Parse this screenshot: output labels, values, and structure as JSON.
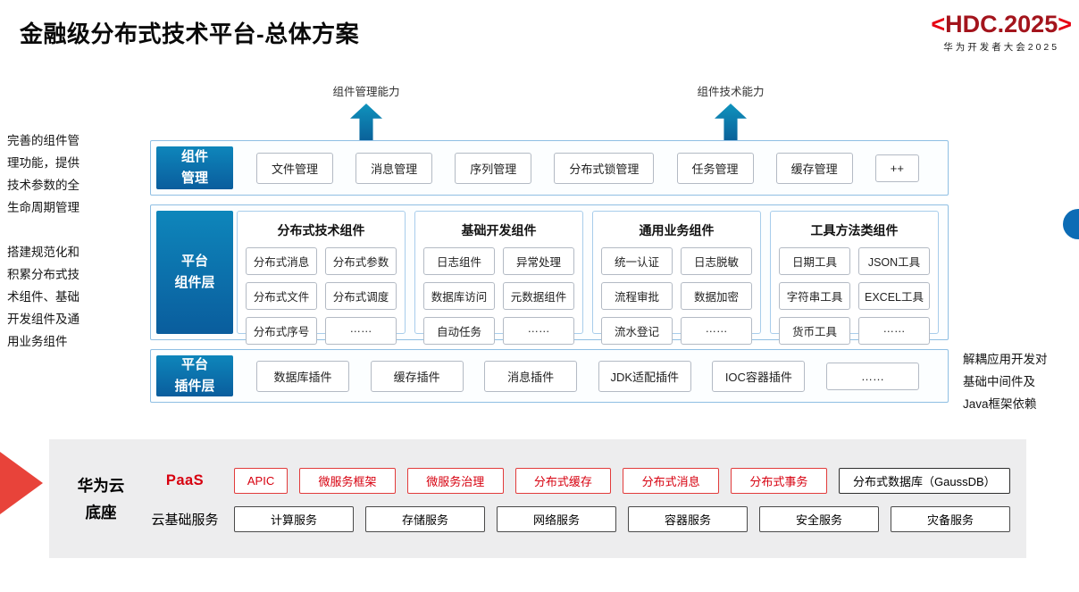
{
  "title": "金融级分布式技术平台-总体方案",
  "logo": {
    "left_bracket": "<",
    "text": "HDC.2025",
    "right_bracket": ">",
    "subtitle": "华为开发者大会2025"
  },
  "capability_arrows": {
    "left_label": "组件管理能力",
    "right_label": "组件技术能力"
  },
  "notes": {
    "left_top": "完善的组件管理功能，提供技术参数的全生命周期管理",
    "left_middle": "搭建规范化和积累分布式技术组件、基础开发组件及通用业务组件",
    "right": "解耦应用开发对基础中间件及Java框架依赖"
  },
  "layers": {
    "management": {
      "label_line1": "组件",
      "label_line2": "管理",
      "items": [
        "文件管理",
        "消息管理",
        "序列管理",
        "分布式锁管理",
        "任务管理",
        "缓存管理",
        "++"
      ]
    },
    "component": {
      "label_line1": "平台",
      "label_line2": "组件层",
      "groups": [
        {
          "title": "分布式技术组件",
          "items": [
            "分布式消息",
            "分布式参数",
            "分布式文件",
            "分布式调度",
            "分布式序号",
            "……"
          ]
        },
        {
          "title": "基础开发组件",
          "items": [
            "日志组件",
            "异常处理",
            "数据库访问",
            "元数据组件",
            "自动任务",
            "……"
          ]
        },
        {
          "title": "通用业务组件",
          "items": [
            "统一认证",
            "日志脱敏",
            "流程审批",
            "数据加密",
            "流水登记",
            "……"
          ]
        },
        {
          "title": "工具方法类组件",
          "items": [
            "日期工具",
            "JSON工具",
            "字符串工具",
            "EXCEL工具",
            "货币工具",
            "……"
          ]
        }
      ]
    },
    "plugin": {
      "label_line1": "平台",
      "label_line2": "插件层",
      "items": [
        "数据库插件",
        "缓存插件",
        "消息插件",
        "JDK适配插件",
        "IOC容器插件",
        "……"
      ]
    }
  },
  "foundation": {
    "label_line1": "华为云",
    "label_line2": "底座",
    "paas_label": "PaaS",
    "paas_items": [
      "APIC",
      "微服务框架",
      "微服务治理",
      "分布式缓存",
      "分布式消息",
      "分布式事务"
    ],
    "paas_db_item": "分布式数据库（GaussDB）",
    "iaas_label": "云基础服务",
    "iaas_items": [
      "计算服务",
      "存储服务",
      "网络服务",
      "容器服务",
      "安全服务",
      "灾备服务"
    ]
  },
  "colors": {
    "layer_label_gradient_top": "#0e86bb",
    "layer_label_gradient_bottom": "#0a5d9d",
    "layer_border_blue": "#8fbfe3",
    "huawei_red": "#d7000f",
    "foundation_gray": "#ededee",
    "arrow_teal": "#0a5e97",
    "red_arrow": "#e8433a"
  }
}
